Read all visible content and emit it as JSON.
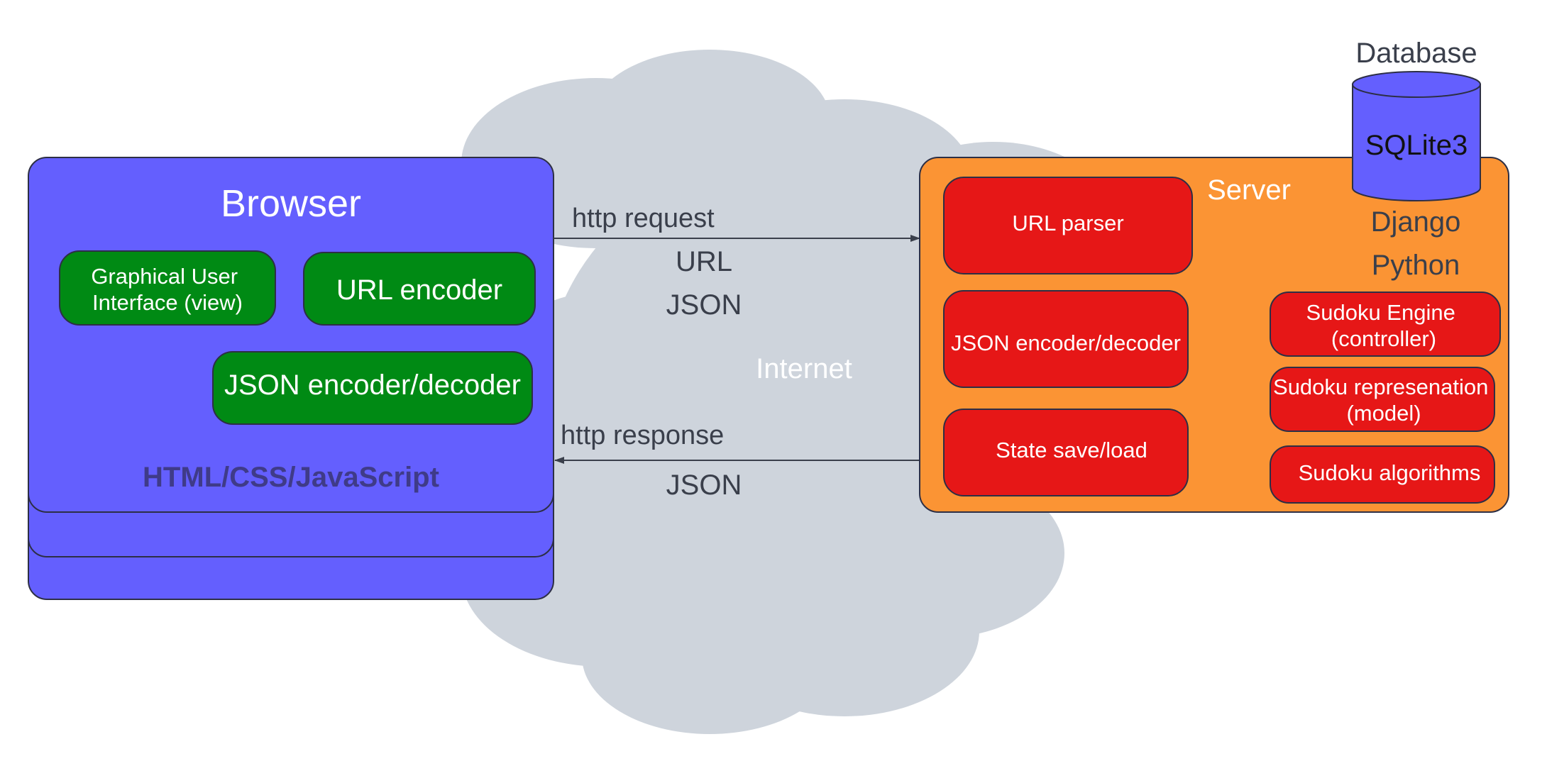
{
  "colors": {
    "cloud": "#ced4dc",
    "browser": "#645ffe",
    "browser_edge": "#2d2f45",
    "green_box": "#008a14",
    "server": "#fb9434",
    "red_box": "#e61717",
    "database": "#645ffe",
    "dark_text": "#3a3f4b",
    "arrow": "#3a3f4b"
  },
  "cloud": {
    "label": "Internet"
  },
  "browser": {
    "title": "Browser",
    "footer": "HTML/CSS/JavaScript",
    "components": [
      "Graphical User Interface (view)",
      "URL encoder",
      "JSON encoder/decoder"
    ]
  },
  "arrows": {
    "request": {
      "label": "http request",
      "payload": [
        "URL",
        "JSON"
      ]
    },
    "response": {
      "label": "http response",
      "payload": [
        "JSON"
      ]
    }
  },
  "server": {
    "title": "Server",
    "framework": "Django",
    "language": "Python",
    "left_components": [
      "URL parser",
      "JSON encoder/decoder",
      "State save/load"
    ],
    "right_components": [
      "Sudoku Engine (controller)",
      "Sudoku represenation (model)",
      "Sudoku algorithms"
    ]
  },
  "database": {
    "caption": "Database",
    "name": "SQLite3"
  }
}
